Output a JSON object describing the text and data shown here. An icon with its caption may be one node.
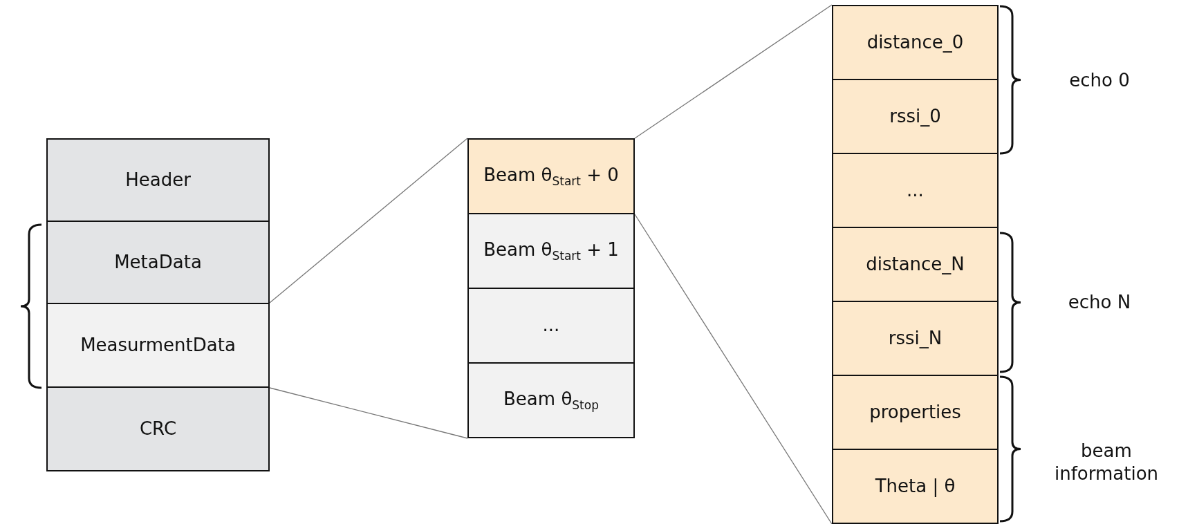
{
  "diagram": {
    "nodes": [
      {
        "text": [
          "Header"
        ]
      },
      {
        "text": [
          "MetaData"
        ]
      },
      {
        "text": [
          "MeasurmentData"
        ]
      },
      {
        "text": [
          "CRC"
        ]
      },
      {
        "text": [
          "Beam θ$_{Start}$ + 0"
        ]
      },
      {
        "text": [
          "Beam θ$_{Start}$ + 1"
        ]
      },
      {
        "text": [
          "..."
        ]
      },
      {
        "text": [
          "Beam θ$_{Stop}$"
        ]
      },
      {
        "text": [
          "distance_0"
        ]
      },
      {
        "text": [
          "rssi_0"
        ]
      },
      {
        "text": [
          "..."
        ]
      },
      {
        "text": [
          "distance_N"
        ]
      },
      {
        "text": [
          "rssi_N"
        ]
      },
      {
        "text": [
          "properties"
        ]
      },
      {
        "text": [
          "Theta | θ"
        ]
      }
    ],
    "edges": [
      {
        "from": 2,
        "to": 4,
        "arrow": "none"
      },
      {
        "from": 2,
        "to": 7,
        "arrow": "none"
      },
      {
        "from": 4,
        "to": 8,
        "arrow": "none"
      },
      {
        "from": 4,
        "to": 14,
        "arrow": "none"
      }
    ],
    "labels": [
      "echo 0",
      "echo N",
      "beam information"
    ]
  }
}
